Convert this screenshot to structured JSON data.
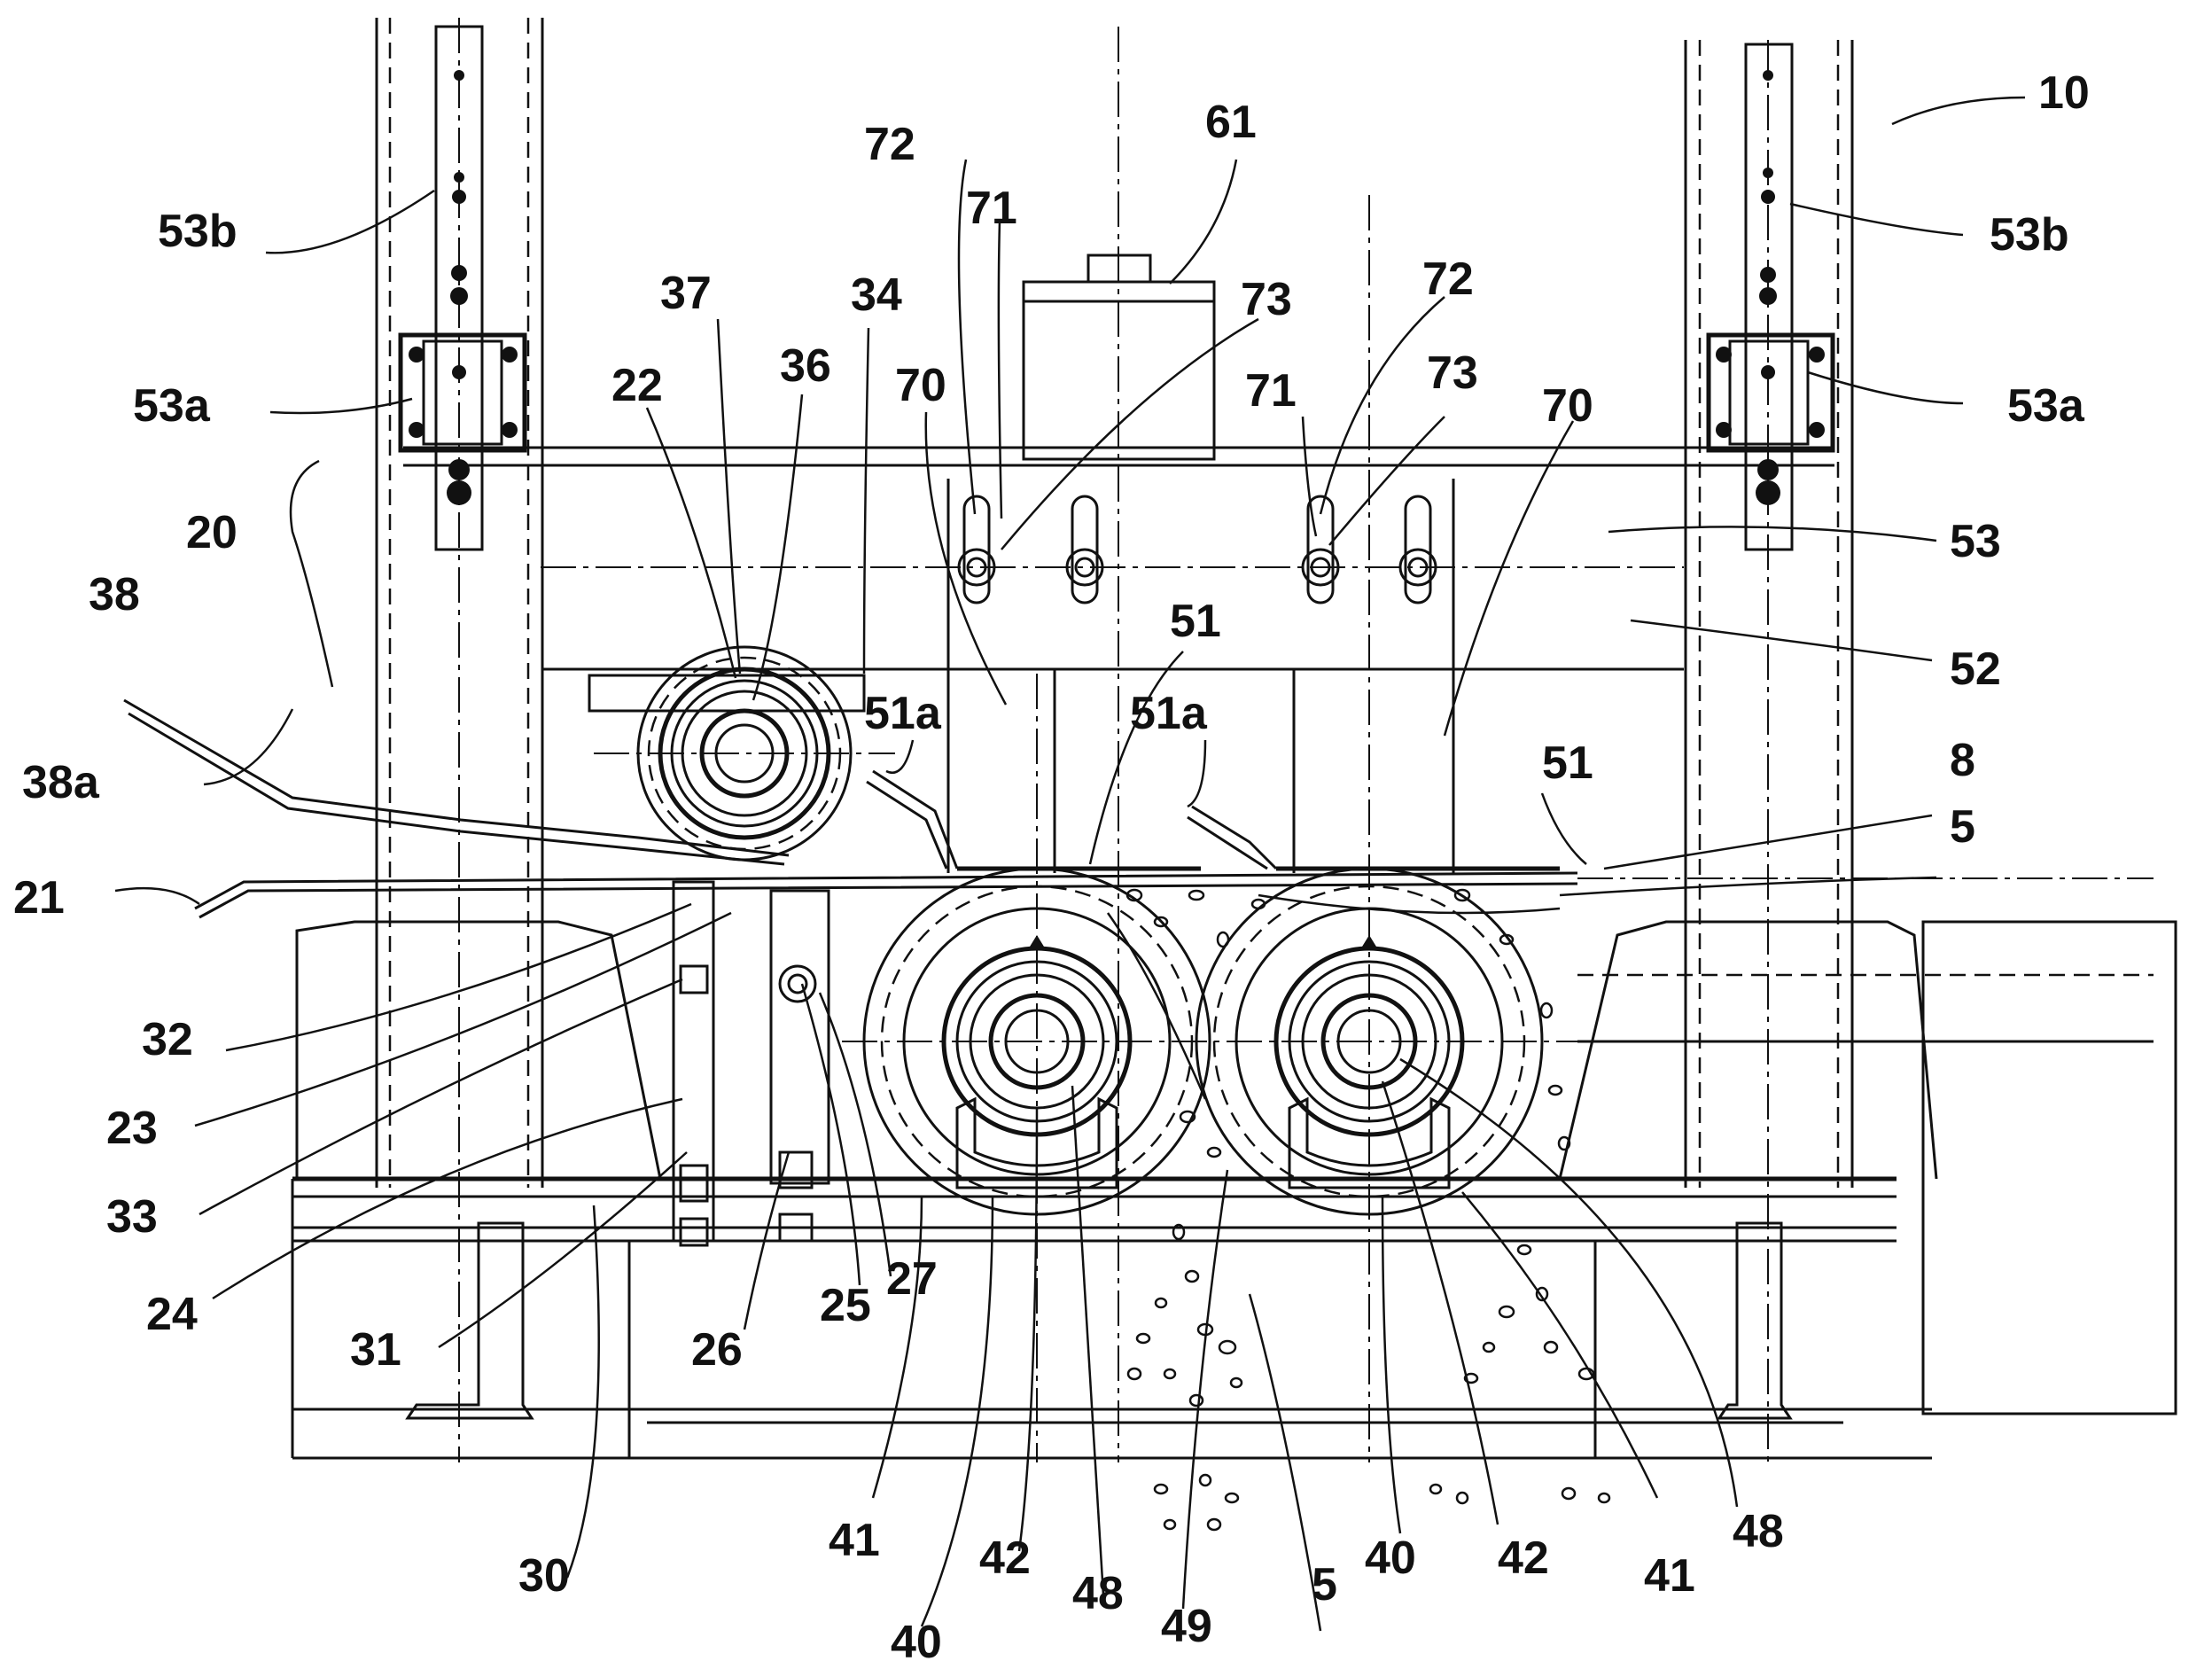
{
  "figure": {
    "labels": [
      {
        "id": "10",
        "text": "10"
      },
      {
        "id": "53b-l",
        "text": "53b"
      },
      {
        "id": "53b-r",
        "text": "53b"
      },
      {
        "id": "53a-l",
        "text": "53a"
      },
      {
        "id": "53a-r",
        "text": "53a"
      },
      {
        "id": "53",
        "text": "53"
      },
      {
        "id": "52",
        "text": "52"
      },
      {
        "id": "61",
        "text": "61"
      },
      {
        "id": "72-l",
        "text": "72"
      },
      {
        "id": "72-r",
        "text": "72"
      },
      {
        "id": "71-l",
        "text": "71"
      },
      {
        "id": "71-r",
        "text": "71"
      },
      {
        "id": "73-l",
        "text": "73"
      },
      {
        "id": "73-r",
        "text": "73"
      },
      {
        "id": "70-l",
        "text": "70"
      },
      {
        "id": "70-r",
        "text": "70"
      },
      {
        "id": "37",
        "text": "37"
      },
      {
        "id": "34",
        "text": "34"
      },
      {
        "id": "22",
        "text": "22"
      },
      {
        "id": "36",
        "text": "36"
      },
      {
        "id": "20",
        "text": "20"
      },
      {
        "id": "38",
        "text": "38"
      },
      {
        "id": "38a",
        "text": "38a"
      },
      {
        "id": "21",
        "text": "21"
      },
      {
        "id": "51-l",
        "text": "51"
      },
      {
        "id": "51-r",
        "text": "51"
      },
      {
        "id": "51a-l",
        "text": "51a"
      },
      {
        "id": "51a-r",
        "text": "51a"
      },
      {
        "id": "8",
        "text": "8"
      },
      {
        "id": "5-top",
        "text": "5"
      },
      {
        "id": "32",
        "text": "32"
      },
      {
        "id": "23",
        "text": "23"
      },
      {
        "id": "33",
        "text": "33"
      },
      {
        "id": "24",
        "text": "24"
      },
      {
        "id": "31",
        "text": "31"
      },
      {
        "id": "26",
        "text": "26"
      },
      {
        "id": "25",
        "text": "25"
      },
      {
        "id": "27",
        "text": "27"
      },
      {
        "id": "30",
        "text": "30"
      },
      {
        "id": "41-l",
        "text": "41"
      },
      {
        "id": "40-l",
        "text": "40"
      },
      {
        "id": "42-l",
        "text": "42"
      },
      {
        "id": "48-l",
        "text": "48"
      },
      {
        "id": "49",
        "text": "49"
      },
      {
        "id": "5-bot",
        "text": "5"
      },
      {
        "id": "40-r",
        "text": "40"
      },
      {
        "id": "42-r",
        "text": "42"
      },
      {
        "id": "41-r",
        "text": "41"
      },
      {
        "id": "48-r",
        "text": "48"
      }
    ]
  }
}
